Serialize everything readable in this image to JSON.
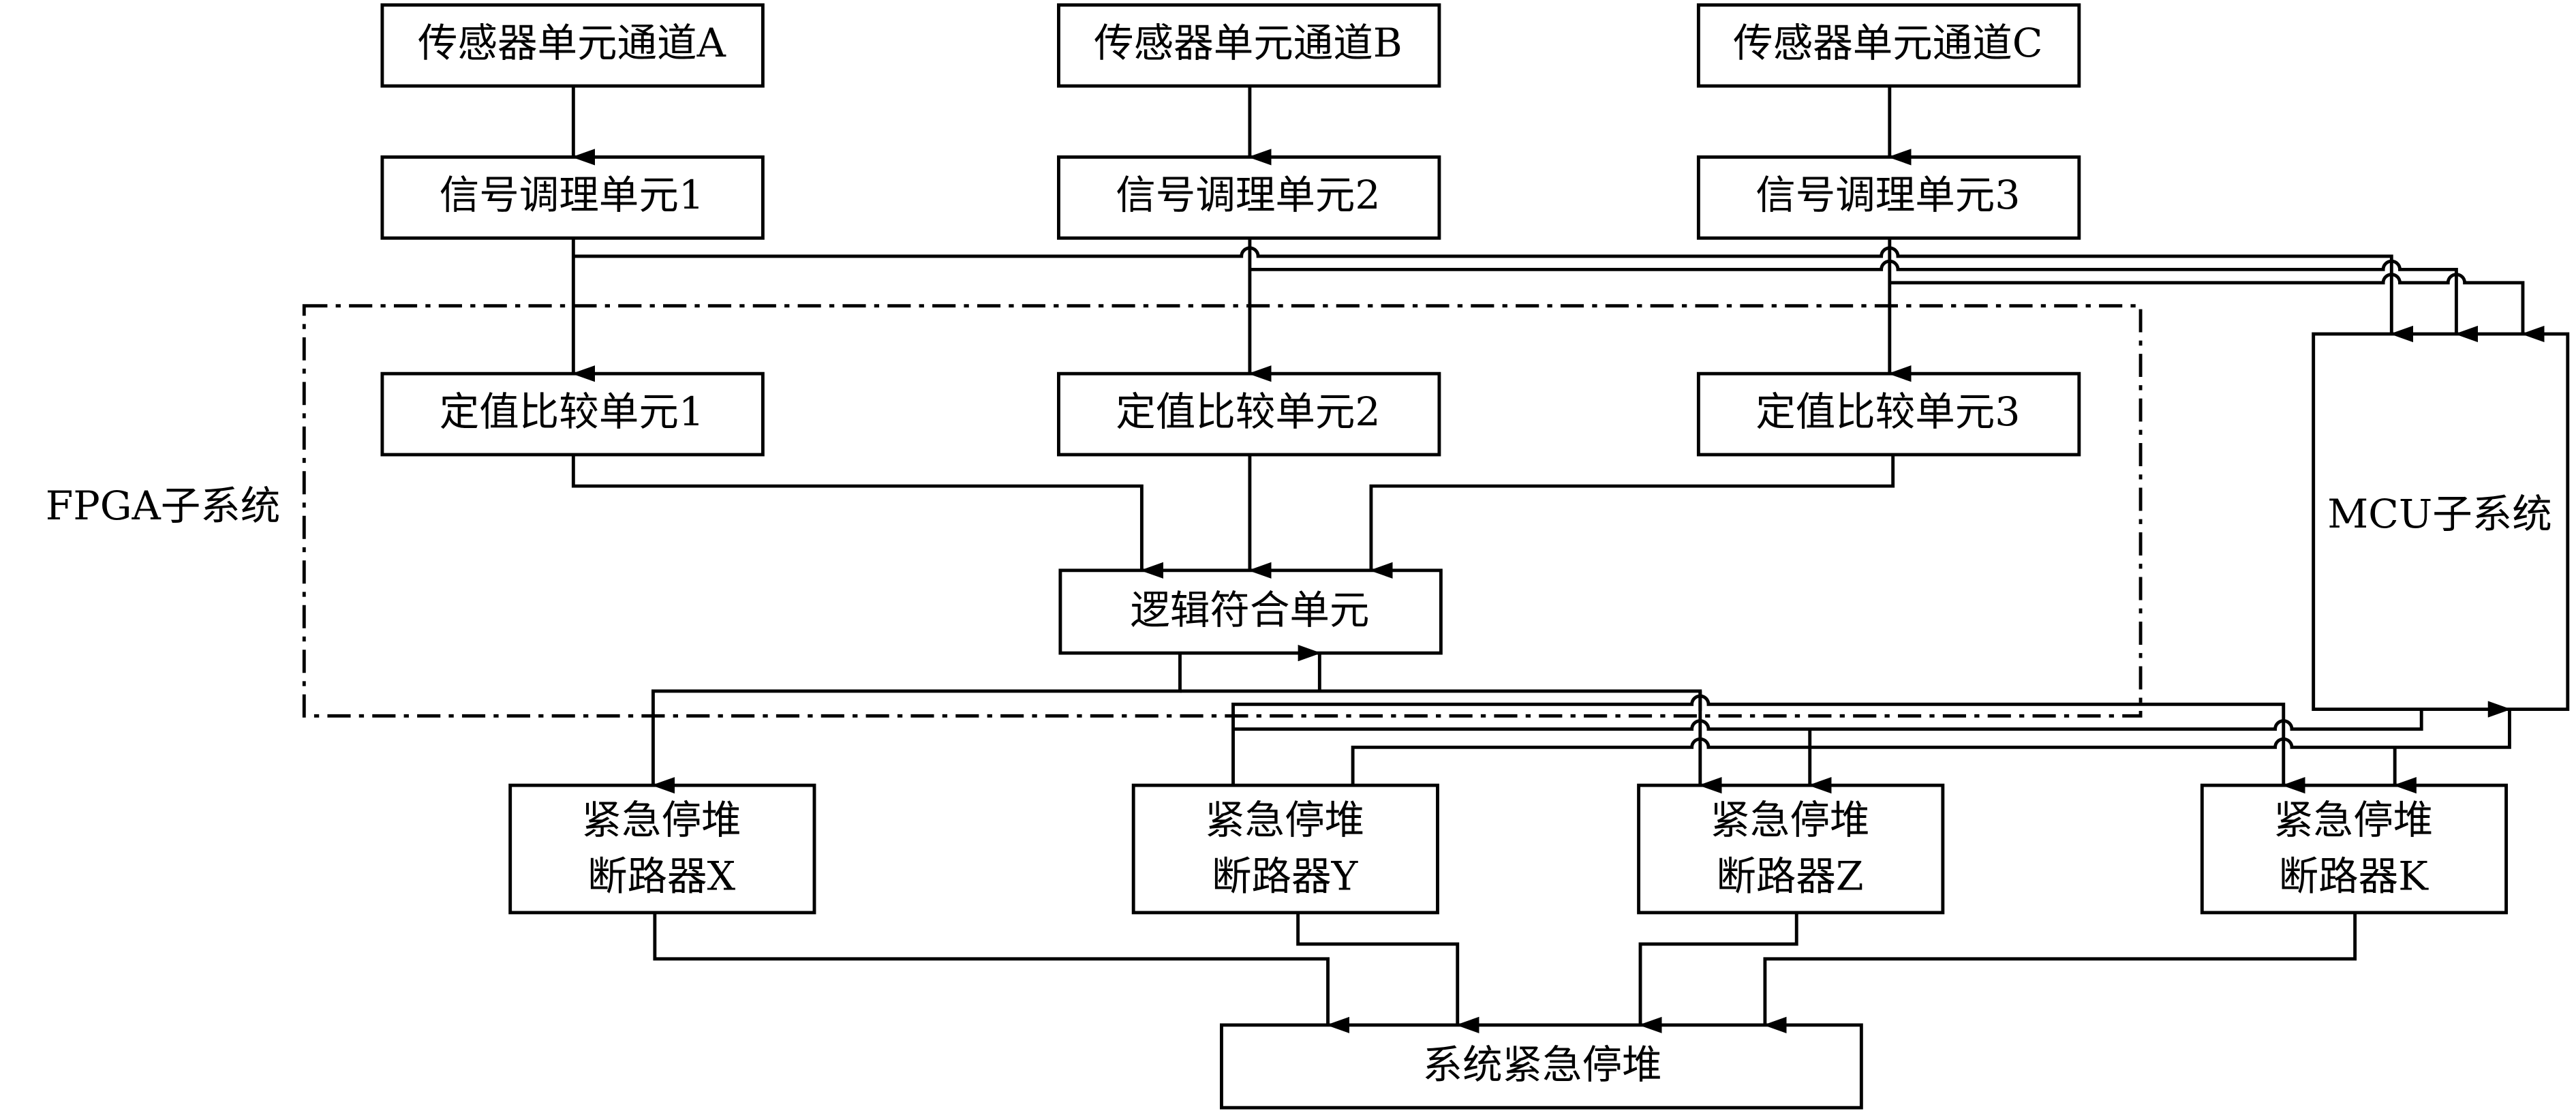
{
  "sensors": [
    "传感器单元通道A",
    "传感器单元通道B",
    "传感器单元通道C"
  ],
  "conditioners": [
    "信号调理单元1",
    "信号调理单元2",
    "信号调理单元3"
  ],
  "comparators": [
    "定值比较单元1",
    "定值比较单元2",
    "定值比较单元3"
  ],
  "logic": "逻辑符合单元",
  "fpga_label": "FPGA子系统",
  "mcu_label": "MCU子系统",
  "breakers": [
    {
      "line1": "紧急停堆",
      "line2": "断路器X"
    },
    {
      "line1": "紧急停堆",
      "line2": "断路器Y"
    },
    {
      "line1": "紧急停堆",
      "line2": "断路器Z"
    },
    {
      "line1": "紧急停堆",
      "line2": "断路器K"
    }
  ],
  "system_stop": "系统紧急停堆"
}
